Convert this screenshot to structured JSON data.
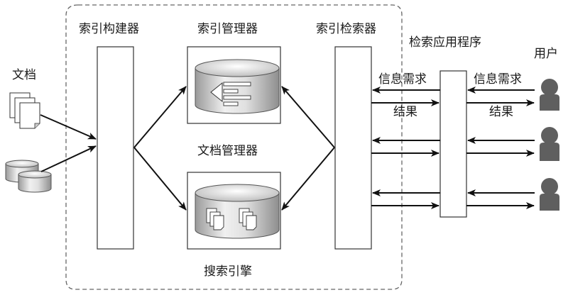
{
  "diagram": {
    "title_group": "搜索引擎",
    "components": {
      "index_builder": "索引构建器",
      "index_manager": "索引管理器",
      "document_manager": "文档管理器",
      "index_searcher": "索引检索器",
      "search_application": "检索应用程序"
    },
    "inputs": {
      "documents": "文档"
    },
    "users": {
      "label": "用户",
      "count": 3
    },
    "flows": {
      "request": "信息需求",
      "result": "结果"
    },
    "icons": {
      "document_stack": "document-stack-icon",
      "database": "database-icon",
      "index_db": "index-database-icon",
      "document_db": "document-database-icon",
      "user": "user-icon"
    },
    "colors": {
      "line": "#111111",
      "box_border": "#333333",
      "dashed_border": "#666666",
      "user_fill": "#5f5f5f",
      "cylinder_light": "#f2f2f2",
      "cylinder_dark": "#9c9c9c"
    }
  }
}
